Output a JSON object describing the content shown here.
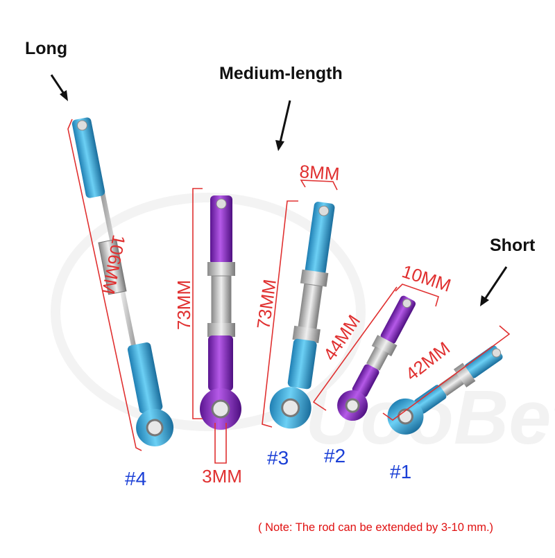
{
  "labels": {
    "long": "Long",
    "medium": "Medium-length",
    "short": "Short"
  },
  "rods": [
    {
      "id": "#4",
      "length": "106MM"
    },
    {
      "id": "#3",
      "length": "73MM",
      "width": "8MM"
    },
    {
      "id": "#2",
      "length": "44MM",
      "width": "10MM"
    },
    {
      "id": "#1",
      "length": "42MM"
    }
  ],
  "purple_rod": {
    "length": "73MM",
    "hole": "3MM"
  },
  "note": "( Note: The rod can be extended by 3-10 mm.)",
  "watermark": "UooBet",
  "colors": {
    "blue": "#3aa8d8",
    "purple": "#8a2fc8",
    "dimension": "#e03030",
    "number": "#1a3fd6",
    "note": "#e01010"
  }
}
